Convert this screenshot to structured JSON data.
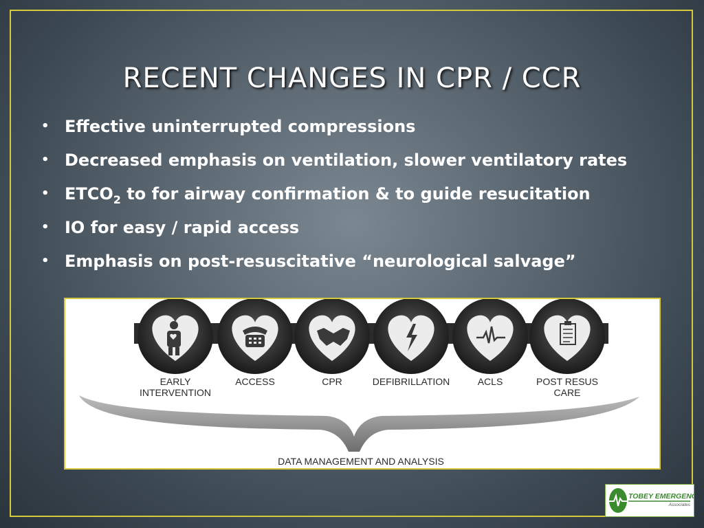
{
  "slide": {
    "title": "RECENT CHANGES IN CPR / CCR",
    "bullets": [
      {
        "text": "Effective uninterrupted compressions"
      },
      {
        "text": "Decreased emphasis on ventilation, slower ventilatory rates"
      },
      {
        "pre": "ETCO",
        "sub": "2",
        "post": " to for airway confirmation & to guide resucitation"
      },
      {
        "text": "IO for easy / rapid access"
      },
      {
        "text": "Emphasis on post-resuscitative “neurological salvage”"
      }
    ]
  },
  "figure": {
    "steps": [
      {
        "label_line1": "EARLY",
        "label_line2": "INTERVENTION",
        "icon": "person-heart-icon"
      },
      {
        "label_line1": "ACCESS",
        "label_line2": "",
        "icon": "telephone-icon"
      },
      {
        "label_line1": "CPR",
        "label_line2": "",
        "icon": "handshake-icon"
      },
      {
        "label_line1": "DEFIBRILLATION",
        "label_line2": "",
        "icon": "lightning-heart-icon"
      },
      {
        "label_line1": "ACLS",
        "label_line2": "",
        "icon": "ecg-heart-icon"
      },
      {
        "label_line1": "POST RESUS",
        "label_line2": "CARE",
        "icon": "clipboard-heart-icon"
      }
    ],
    "bottom_label": "DATA MANAGEMENT AND ANALYSIS"
  },
  "logo": {
    "line1": "TOBEY EMERGENCY",
    "line2": "Associates",
    "color": "#3a8a2e"
  },
  "colors": {
    "accent_border": "#d6c93a",
    "text": "#ffffff"
  }
}
